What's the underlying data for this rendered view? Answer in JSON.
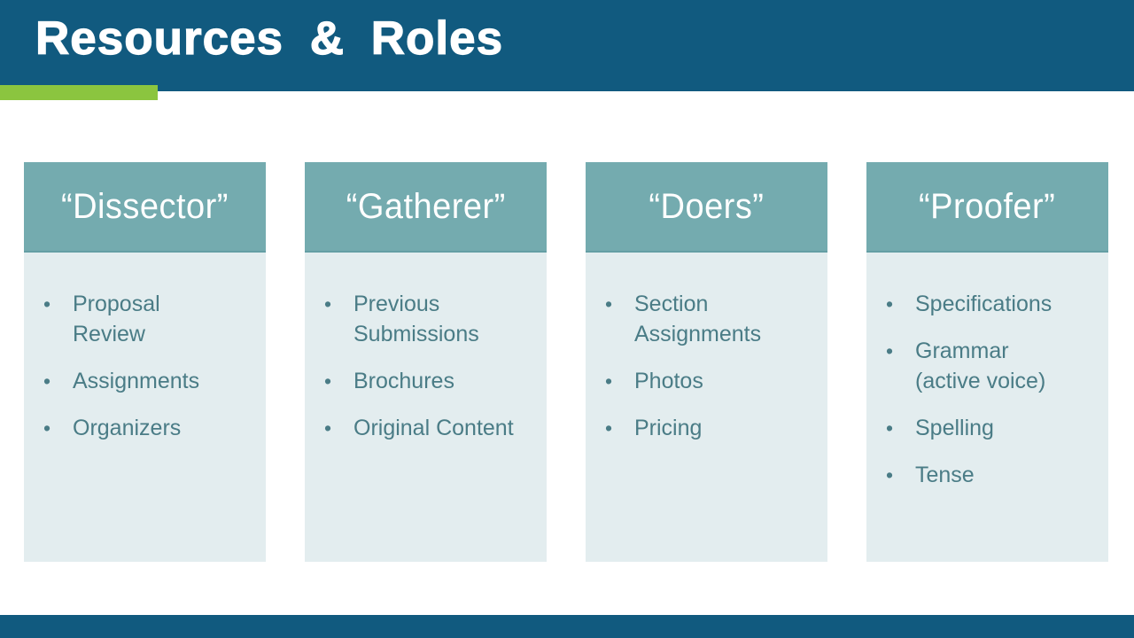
{
  "title": "Resources & Roles",
  "bullet_glyph": "•",
  "columns": [
    {
      "header": "“Dissector”",
      "items": [
        "Proposal\nReview",
        "Assignments",
        "Organizers"
      ]
    },
    {
      "header": "“Gatherer”",
      "items": [
        "Previous\nSubmissions",
        "Brochures",
        "Original Content"
      ]
    },
    {
      "header": "“Doers”",
      "items": [
        "Section\nAssignments",
        "Photos",
        "Pricing"
      ]
    },
    {
      "header": "“Proofer”",
      "items": [
        "Specifications",
        "Grammar\n(active voice)",
        "Spelling",
        "Tense"
      ]
    }
  ],
  "colors": {
    "blue": "#115A7F",
    "green": "#8BC53F",
    "teal": "#74ABAF",
    "teal_edge": "#649EA4",
    "panel": "#E3EDEF",
    "ink": "#4A7C86",
    "title_text": "#FFFFFF"
  }
}
